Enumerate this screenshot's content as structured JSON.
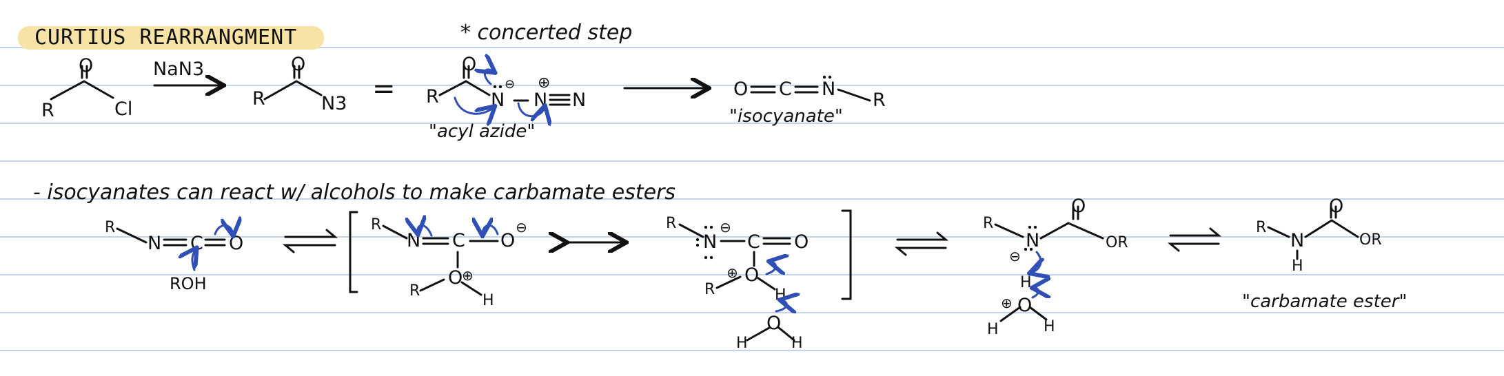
{
  "title": "CURTIUS REARRANGMENT",
  "note_concerted": "* concerted step",
  "reagent": "NaN3",
  "label_acyl_azide": "\"acyl azide\"",
  "label_isocyanate": "\"isocyanate\"",
  "statement": "- isocyanates can react w/ alcohols to make carbamate esters",
  "label_carbamate": "\"carbamate ester\"",
  "colors": {
    "arrow_blue": "#2f4fb5",
    "highlight": "#f6e3a5",
    "rule_line": "#c3d3ea",
    "ink": "#111111"
  },
  "atoms": {
    "O": "O",
    "R": "R",
    "Cl": "Cl",
    "N3": "N3",
    "N": "N",
    "C": "C",
    "H": "H",
    "ROH": "ROH",
    "OR": "OR",
    "neg": "⊖",
    "pos": "⊕",
    "eq": "="
  }
}
